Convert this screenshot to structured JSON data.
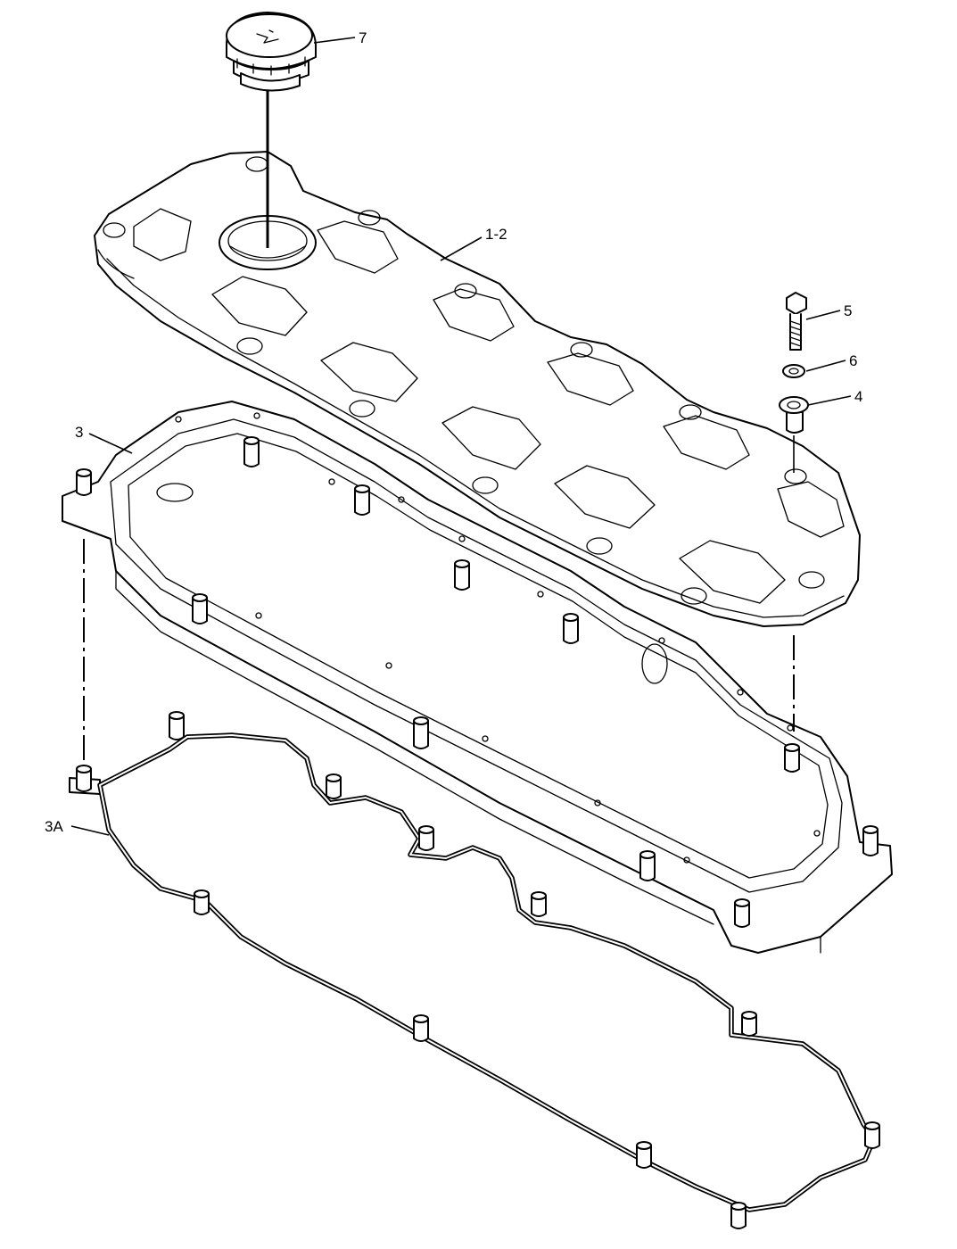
{
  "callouts": {
    "cap": "7",
    "cover": "1-2",
    "bolt": "5",
    "washer": "6",
    "grommet": "4",
    "base": "3",
    "gasket": "3A"
  }
}
